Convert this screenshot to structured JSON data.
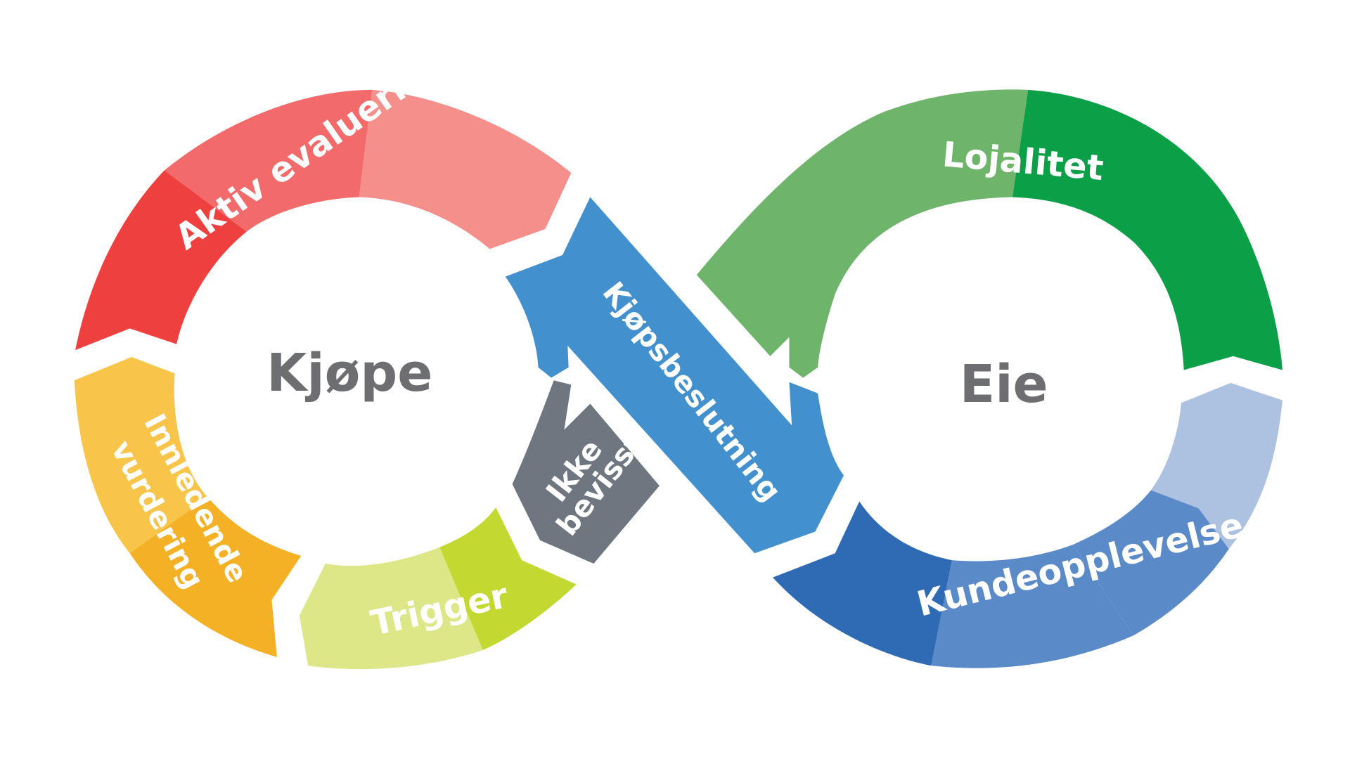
{
  "centers": {
    "left": "Kjøpe",
    "right": "Eie"
  },
  "segments": {
    "aktiv_evaluering": "Aktiv evaluering",
    "innledende_line1": "Innledende",
    "innledende_line2": "vurdering",
    "trigger": "Trigger",
    "ikke_line1": "Ikke",
    "ikke_line2": "bevisst",
    "kjopsbeslutning": "Kjøpsbeslutning",
    "lojalitet": "Lojalitet",
    "kundeopplevelse": "Kundeopplevelse"
  },
  "colors": {
    "red_dark": "#ef4040",
    "red_mid": "#f26a6a",
    "red_light": "#f58f8c",
    "orange": "#f5b125",
    "orange_light": "#f8c54a",
    "lime": "#c3d831",
    "lime_light": "#dde787",
    "gray": "#6e7680",
    "blue_mid": "#4390cf",
    "green_light": "#6eb56b",
    "green_dark": "#0b9f47",
    "blue_dark": "#2f6ab5",
    "blue_soft": "#5b8ac8",
    "blue_pale": "#adc2e1",
    "center_text": "#6d6e71"
  }
}
